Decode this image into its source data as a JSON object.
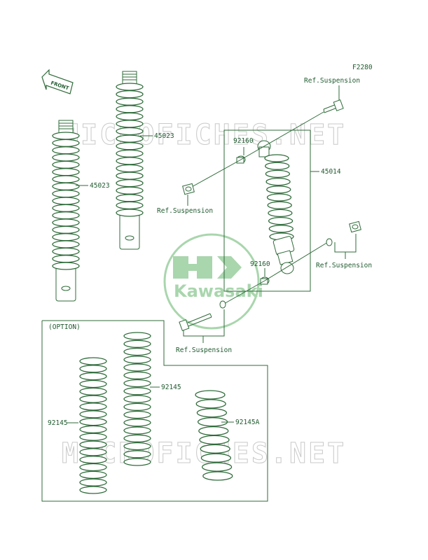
{
  "figure_code": "F2280",
  "front_label": "FRONT",
  "watermark_text": "MICROFICHES.NET",
  "logo_text": "Kawasaki",
  "option_label": "(OPTION)",
  "labels": {
    "p45023_left": "45023",
    "p45023_right": "45023",
    "p45014": "45014",
    "p92160_top": "92160",
    "p92160_bottom": "92160",
    "ref_top": "Ref.Suspension",
    "ref_mid_left": "Ref.Suspension",
    "ref_mid_right": "Ref.Suspension",
    "ref_bottom": "Ref.Suspension",
    "p92145_left": "92145",
    "p92145_mid": "92145",
    "p92145a": "92145A"
  },
  "colors": {
    "line": "#2f6b3a",
    "text": "#1f5a2e",
    "logo": "#a9d6ad",
    "watermark": "#c9c9c9"
  }
}
